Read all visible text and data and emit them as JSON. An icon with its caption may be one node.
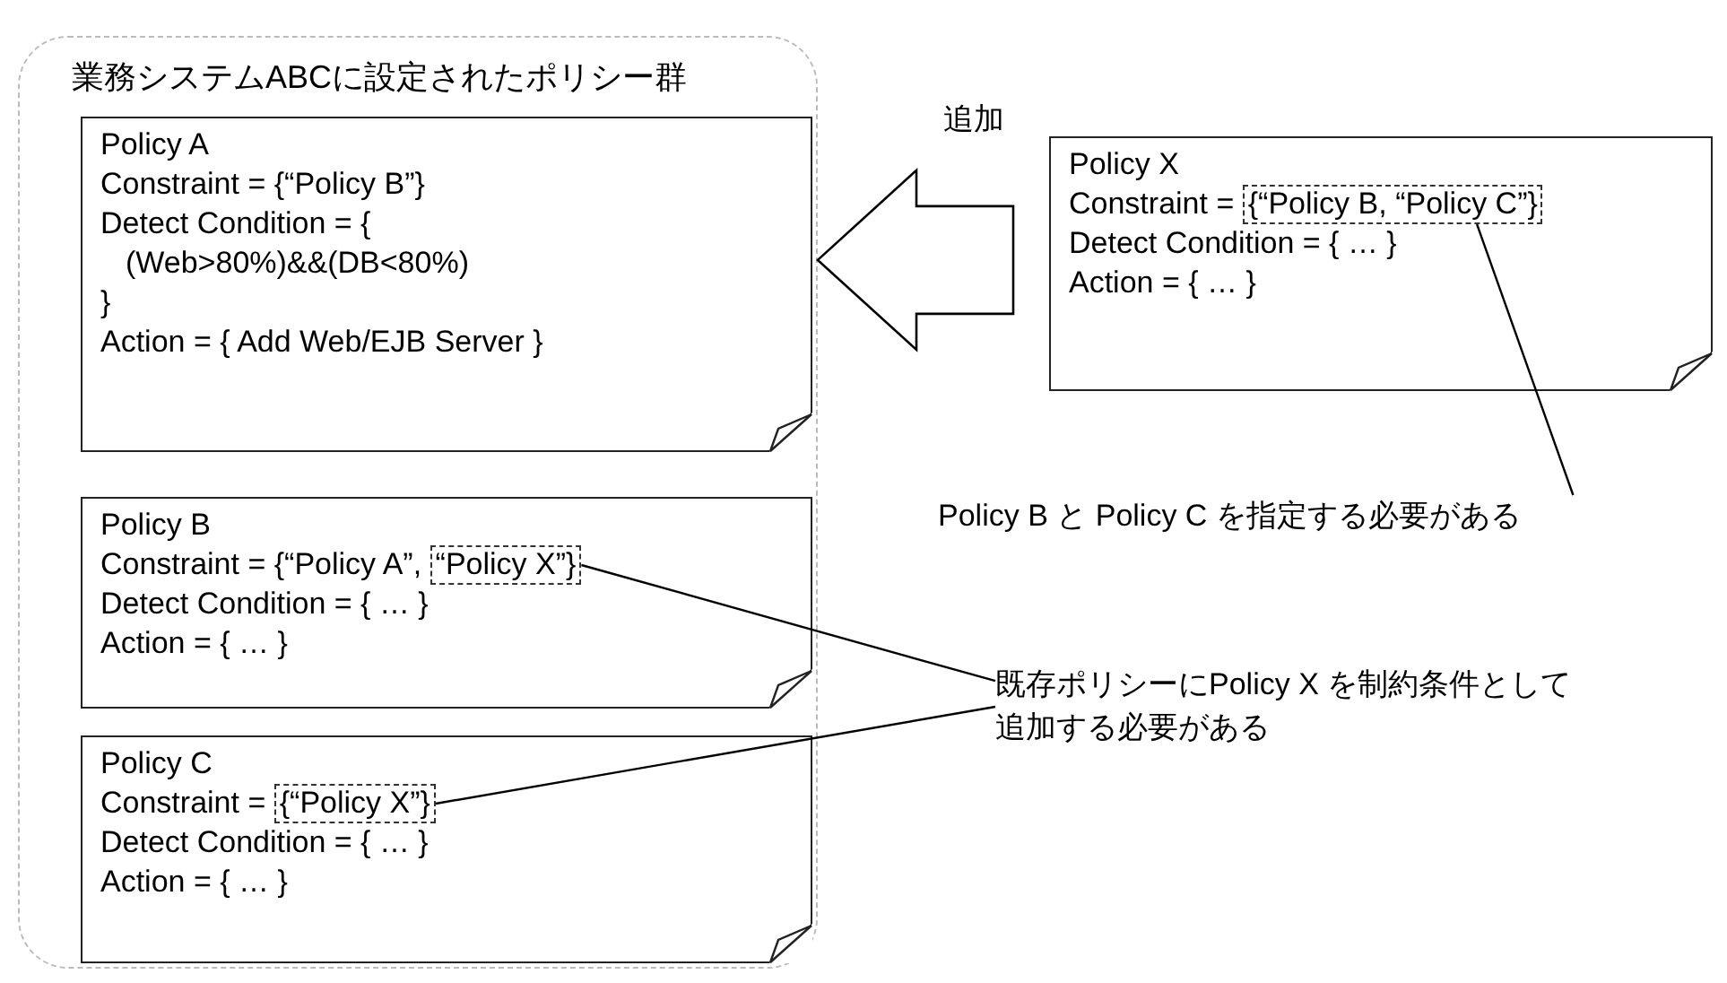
{
  "diagram": {
    "nodes": [
      {
        "text": [
          "業務システムABCに設定されたポリシー群"
        ]
      },
      {
        "text": [
          "Policy A",
          "Constraint = {“Policy B”}",
          "Detect Condition = { (Web>80%)&&(DB<80%) }",
          "Action = {  Add Web/EJB Server }"
        ],
        "in": 0
      },
      {
        "text": [
          "Policy B",
          "Constraint = {“Policy A”,",
          "Detect Condition = { … }",
          "Action = { … }"
        ],
        "in": 0
      },
      {
        "text": [
          "“Policy X”}"
        ],
        "in": 2
      },
      {
        "text": [
          "Policy C",
          "Constraint =",
          "Detect Condition = { … }",
          "Action = { … }"
        ],
        "in": 0
      },
      {
        "text": [
          "{“Policy X”}"
        ],
        "in": 4
      },
      {
        "text": [
          "Policy X",
          "Constraint =",
          "Detect Condition = { … }",
          "Action = { … }"
        ]
      },
      {
        "text": [
          "{“Policy B, “Policy C”}"
        ],
        "in": 6
      },
      {
        "text": [
          "Policy B と Policy C を指定する必要がある"
        ]
      },
      {
        "text": [
          "既存ポリシーにPolicy X を制約条件として追加する必要がある"
        ]
      }
    ],
    "edges": [
      {
        "from": 6,
        "to": 0,
        "arrow": "to",
        "label": "追加",
        "style": "thick"
      },
      {
        "from": 8,
        "to": 7,
        "arrow": "none"
      },
      {
        "from": 9,
        "to": 3,
        "arrow": "none"
      },
      {
        "from": 9,
        "to": 5,
        "arrow": "none"
      }
    ]
  }
}
